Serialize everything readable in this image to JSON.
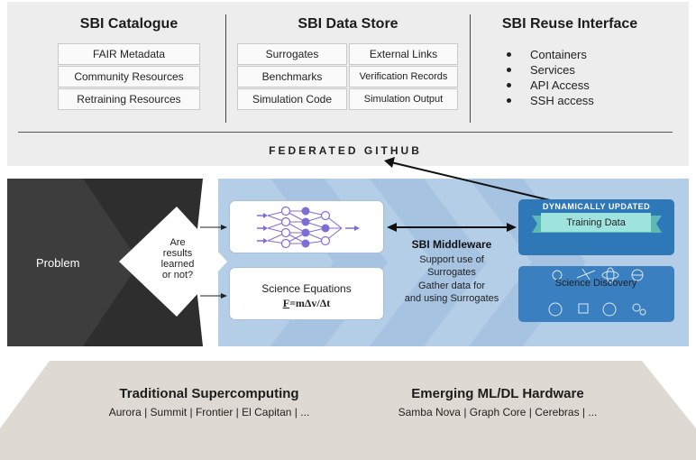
{
  "catalogue": {
    "title": "SBI Catalogue",
    "items": [
      "FAIR Metadata",
      "Community Resources",
      "Retraining Resources"
    ]
  },
  "data_store": {
    "title": "SBI Data Store",
    "left_items": [
      "Surrogates",
      "Benchmarks",
      "Simulation Code"
    ],
    "right_items": [
      "External Links",
      "Verification Records",
      "Simulation Output"
    ]
  },
  "reuse": {
    "title": "SBI Reuse Interface",
    "items": [
      "Containers",
      "Services",
      "API Access",
      "SSH access"
    ]
  },
  "federated_label": "FEDERATED GITHUB",
  "problem_label": "Problem",
  "decision": {
    "lines": [
      "Are",
      "results",
      "learned",
      "or not?"
    ]
  },
  "equations": {
    "title": "Science Equations",
    "formula_F": "F",
    "formula_rest": "=mΔv/Δt"
  },
  "middleware": {
    "title": "SBI Middleware",
    "lines": [
      "Support use of",
      "Surrogates",
      "Gather data for",
      "and using Surrogates"
    ]
  },
  "training": {
    "header": "DYNAMICALLY UPDATED",
    "label": "Training Data"
  },
  "discovery": {
    "label": "Science Discovery"
  },
  "hardware": {
    "left_title": "Traditional Supercomputing",
    "left_list": "Aurora  |  Summit  |  Frontier  |  El Capitan  |  ...",
    "right_title": "Emerging ML/DL Hardware",
    "right_list": "Samba Nova | Graph Core | Cerebras | ..."
  },
  "colors": {
    "dark_band": "#2e2e2e",
    "blue_band": "#b4cee8",
    "panel_blue": "#2f78b8",
    "ribbon_teal": "#9fe3df",
    "ribbon_lavender": "#c5c5f0",
    "trapezoid": "#dedad3"
  }
}
